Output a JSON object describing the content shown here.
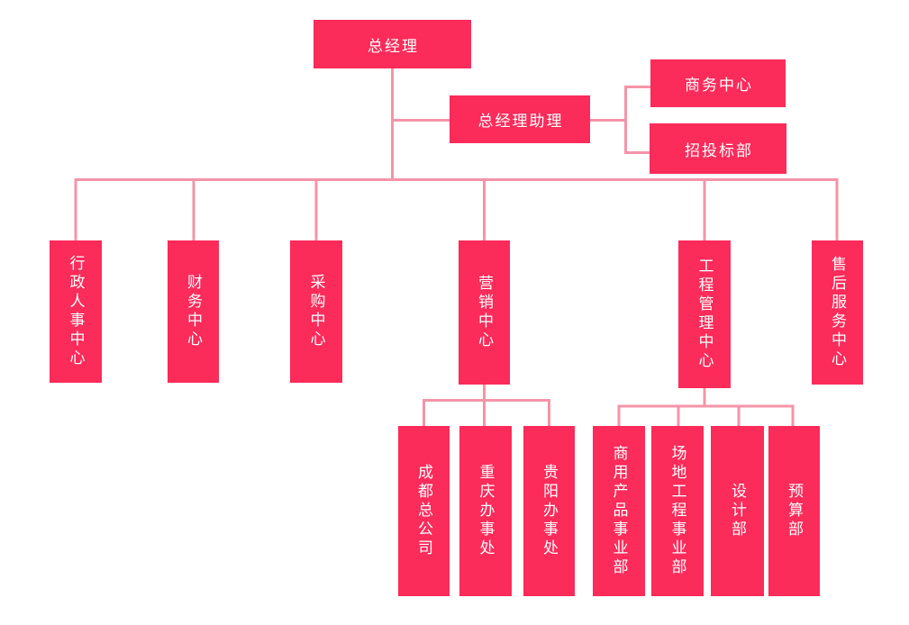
{
  "colors": {
    "node_fill": "#fb2b5a",
    "connector": "#f494a8",
    "node_text": "#ffffff",
    "background": "#ffffff"
  },
  "nodes": {
    "gm": {
      "label": "总经理"
    },
    "gm_assistant": {
      "label": "总经理助理"
    },
    "business_center": {
      "label": "商务中心"
    },
    "bidding_dept": {
      "label": "招投标部"
    },
    "admin_hr_center": {
      "label": "行政人事中心"
    },
    "finance_center": {
      "label": "财务中心"
    },
    "procurement_center": {
      "label": "采购中心"
    },
    "marketing_center": {
      "label": "营销中心"
    },
    "engineering_mgmt_center": {
      "label": "工程管理中心"
    },
    "after_sales_center": {
      "label": "售后服务中心"
    },
    "chengdu_hq": {
      "label": "成都总公司"
    },
    "chongqing_office": {
      "label": "重庆办事处"
    },
    "guiyang_office": {
      "label": "贵阳办事处"
    },
    "commercial_product_div": {
      "label": "商用产品事业部"
    },
    "site_engineering_div": {
      "label": "场地工程事业部"
    },
    "design_dept": {
      "label": "设计部"
    },
    "budget_dept": {
      "label": "预算部"
    }
  },
  "hierarchy": {
    "root": "总经理",
    "edges": [
      {
        "from": "总经理",
        "to": "总经理助理"
      },
      {
        "from": "总经理助理",
        "to": "商务中心"
      },
      {
        "from": "总经理助理",
        "to": "招投标部"
      },
      {
        "from": "总经理",
        "to": "行政人事中心"
      },
      {
        "from": "总经理",
        "to": "财务中心"
      },
      {
        "from": "总经理",
        "to": "采购中心"
      },
      {
        "from": "总经理",
        "to": "营销中心"
      },
      {
        "from": "总经理",
        "to": "工程管理中心"
      },
      {
        "from": "总经理",
        "to": "售后服务中心"
      },
      {
        "from": "营销中心",
        "to": "成都总公司"
      },
      {
        "from": "营销中心",
        "to": "重庆办事处"
      },
      {
        "from": "营销中心",
        "to": "贵阳办事处"
      },
      {
        "from": "工程管理中心",
        "to": "商用产品事业部"
      },
      {
        "from": "工程管理中心",
        "to": "场地工程事业部"
      },
      {
        "from": "工程管理中心",
        "to": "设计部"
      },
      {
        "from": "工程管理中心",
        "to": "预算部"
      }
    ]
  }
}
